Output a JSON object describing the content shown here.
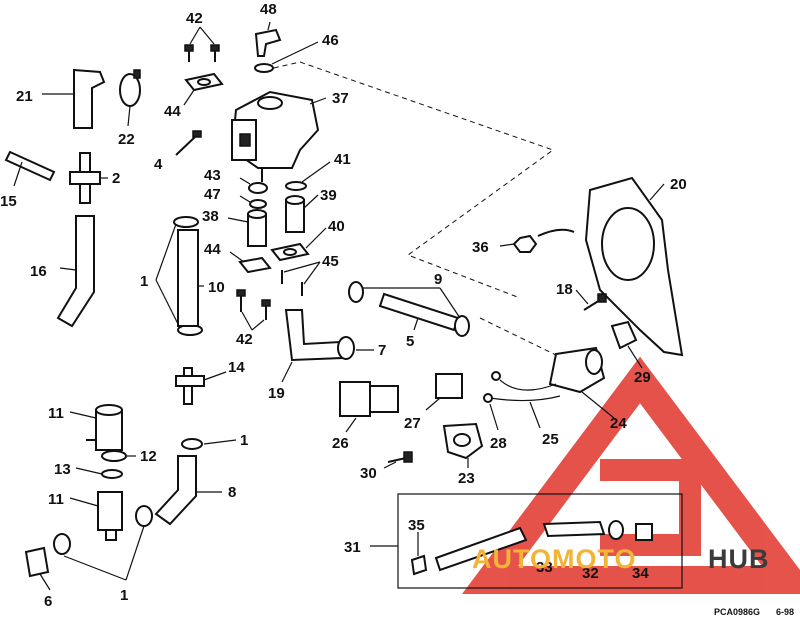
{
  "figure_code": "PCA0986G",
  "figure_date": "6-98",
  "watermark": {
    "part1": "AUTOMOTO",
    "part2": "HUB",
    "color_primary": "#f2b437",
    "color_logo": "#e0352b",
    "color_dark": "#3b3b3b"
  },
  "callouts": [
    {
      "id": "n42a",
      "label": "42"
    },
    {
      "id": "n48",
      "label": "48"
    },
    {
      "id": "n46",
      "label": "46"
    },
    {
      "id": "n21",
      "label": "21"
    },
    {
      "id": "n22",
      "label": "22"
    },
    {
      "id": "n44a",
      "label": "44"
    },
    {
      "id": "n37",
      "label": "37"
    },
    {
      "id": "n4",
      "label": "4"
    },
    {
      "id": "n2",
      "label": "2"
    },
    {
      "id": "n15",
      "label": "15"
    },
    {
      "id": "n43",
      "label": "43"
    },
    {
      "id": "n41",
      "label": "41"
    },
    {
      "id": "n47",
      "label": "47"
    },
    {
      "id": "n39",
      "label": "39"
    },
    {
      "id": "n38",
      "label": "38"
    },
    {
      "id": "n40",
      "label": "40"
    },
    {
      "id": "n20",
      "label": "20"
    },
    {
      "id": "n16",
      "label": "16"
    },
    {
      "id": "n36",
      "label": "36"
    },
    {
      "id": "n1a",
      "label": "1"
    },
    {
      "id": "n44b",
      "label": "44"
    },
    {
      "id": "n45",
      "label": "45"
    },
    {
      "id": "n10",
      "label": "10"
    },
    {
      "id": "n9",
      "label": "9"
    },
    {
      "id": "n18",
      "label": "18"
    },
    {
      "id": "n42b",
      "label": "42"
    },
    {
      "id": "n5",
      "label": "5"
    },
    {
      "id": "n7",
      "label": "7"
    },
    {
      "id": "n14",
      "label": "14"
    },
    {
      "id": "n19",
      "label": "19"
    },
    {
      "id": "n29",
      "label": "29"
    },
    {
      "id": "n24",
      "label": "24"
    },
    {
      "id": "n11a",
      "label": "11"
    },
    {
      "id": "n1b",
      "label": "1"
    },
    {
      "id": "n27",
      "label": "27"
    },
    {
      "id": "n25",
      "label": "25"
    },
    {
      "id": "n26",
      "label": "26"
    },
    {
      "id": "n28",
      "label": "28"
    },
    {
      "id": "n12",
      "label": "12"
    },
    {
      "id": "n13",
      "label": "13"
    },
    {
      "id": "n8",
      "label": "8"
    },
    {
      "id": "n30",
      "label": "30"
    },
    {
      "id": "n23",
      "label": "23"
    },
    {
      "id": "n11b",
      "label": "11"
    },
    {
      "id": "n35",
      "label": "35"
    },
    {
      "id": "n31",
      "label": "31"
    },
    {
      "id": "n33",
      "label": "33"
    },
    {
      "id": "n32",
      "label": "32"
    },
    {
      "id": "n34",
      "label": "34"
    },
    {
      "id": "n6",
      "label": "6"
    },
    {
      "id": "n1c",
      "label": "1"
    }
  ]
}
